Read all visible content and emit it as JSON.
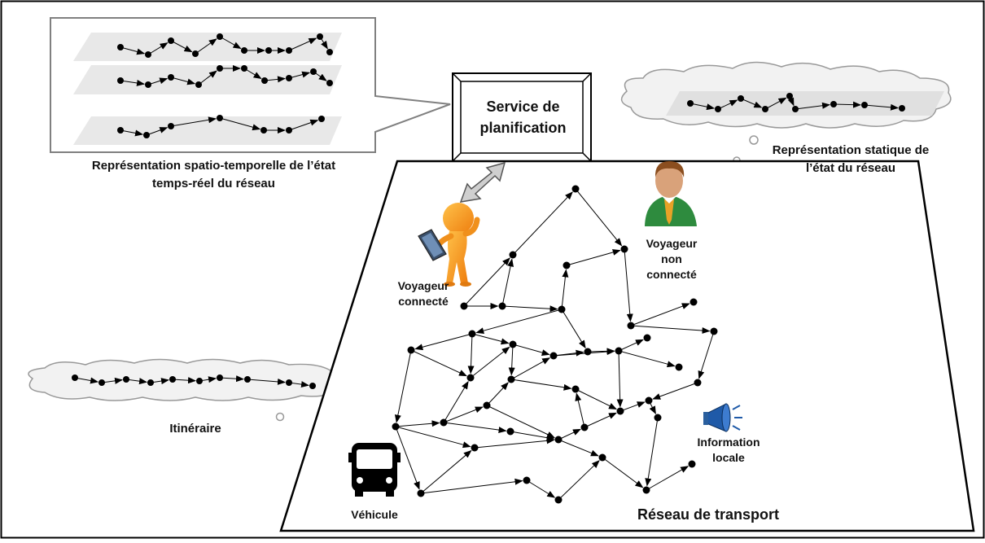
{
  "labels": {
    "service": "Service de planification",
    "spatio_temporal_line1": "Représentation spatio-temporelle  de l’état",
    "spatio_temporal_line2": "temps-réel du réseau",
    "static_line1": "Représentation statique de",
    "static_line2": "l’état  du réseau",
    "itinerary": "Itinéraire",
    "connected_line1": "Voyageur",
    "connected_line2": "connecté",
    "unconnected_line1": "Voyageur",
    "unconnected_line2": "non",
    "unconnected_line3": "connecté",
    "local_info_line1": "Information",
    "local_info_line2": "locale",
    "vehicle": "Véhicule",
    "network": "Réseau de transport"
  },
  "colors": {
    "frame": "#808080",
    "layer_fill": "#e8e8e8",
    "cloud_fill": "#f2f2f2",
    "node": "#000000",
    "connected_traveler": "#f59b1a",
    "unconnected_traveler_suit": "#2e8b3e",
    "unconnected_traveler_skin": "#d9a27a",
    "megaphone": "#1f5aa8"
  },
  "icons": {
    "connected_traveler": "person-with-tablet-icon",
    "unconnected_traveler": "businessman-icon",
    "vehicle": "bus-icon",
    "local_info": "megaphone-icon",
    "link": "double-arrow-icon"
  }
}
